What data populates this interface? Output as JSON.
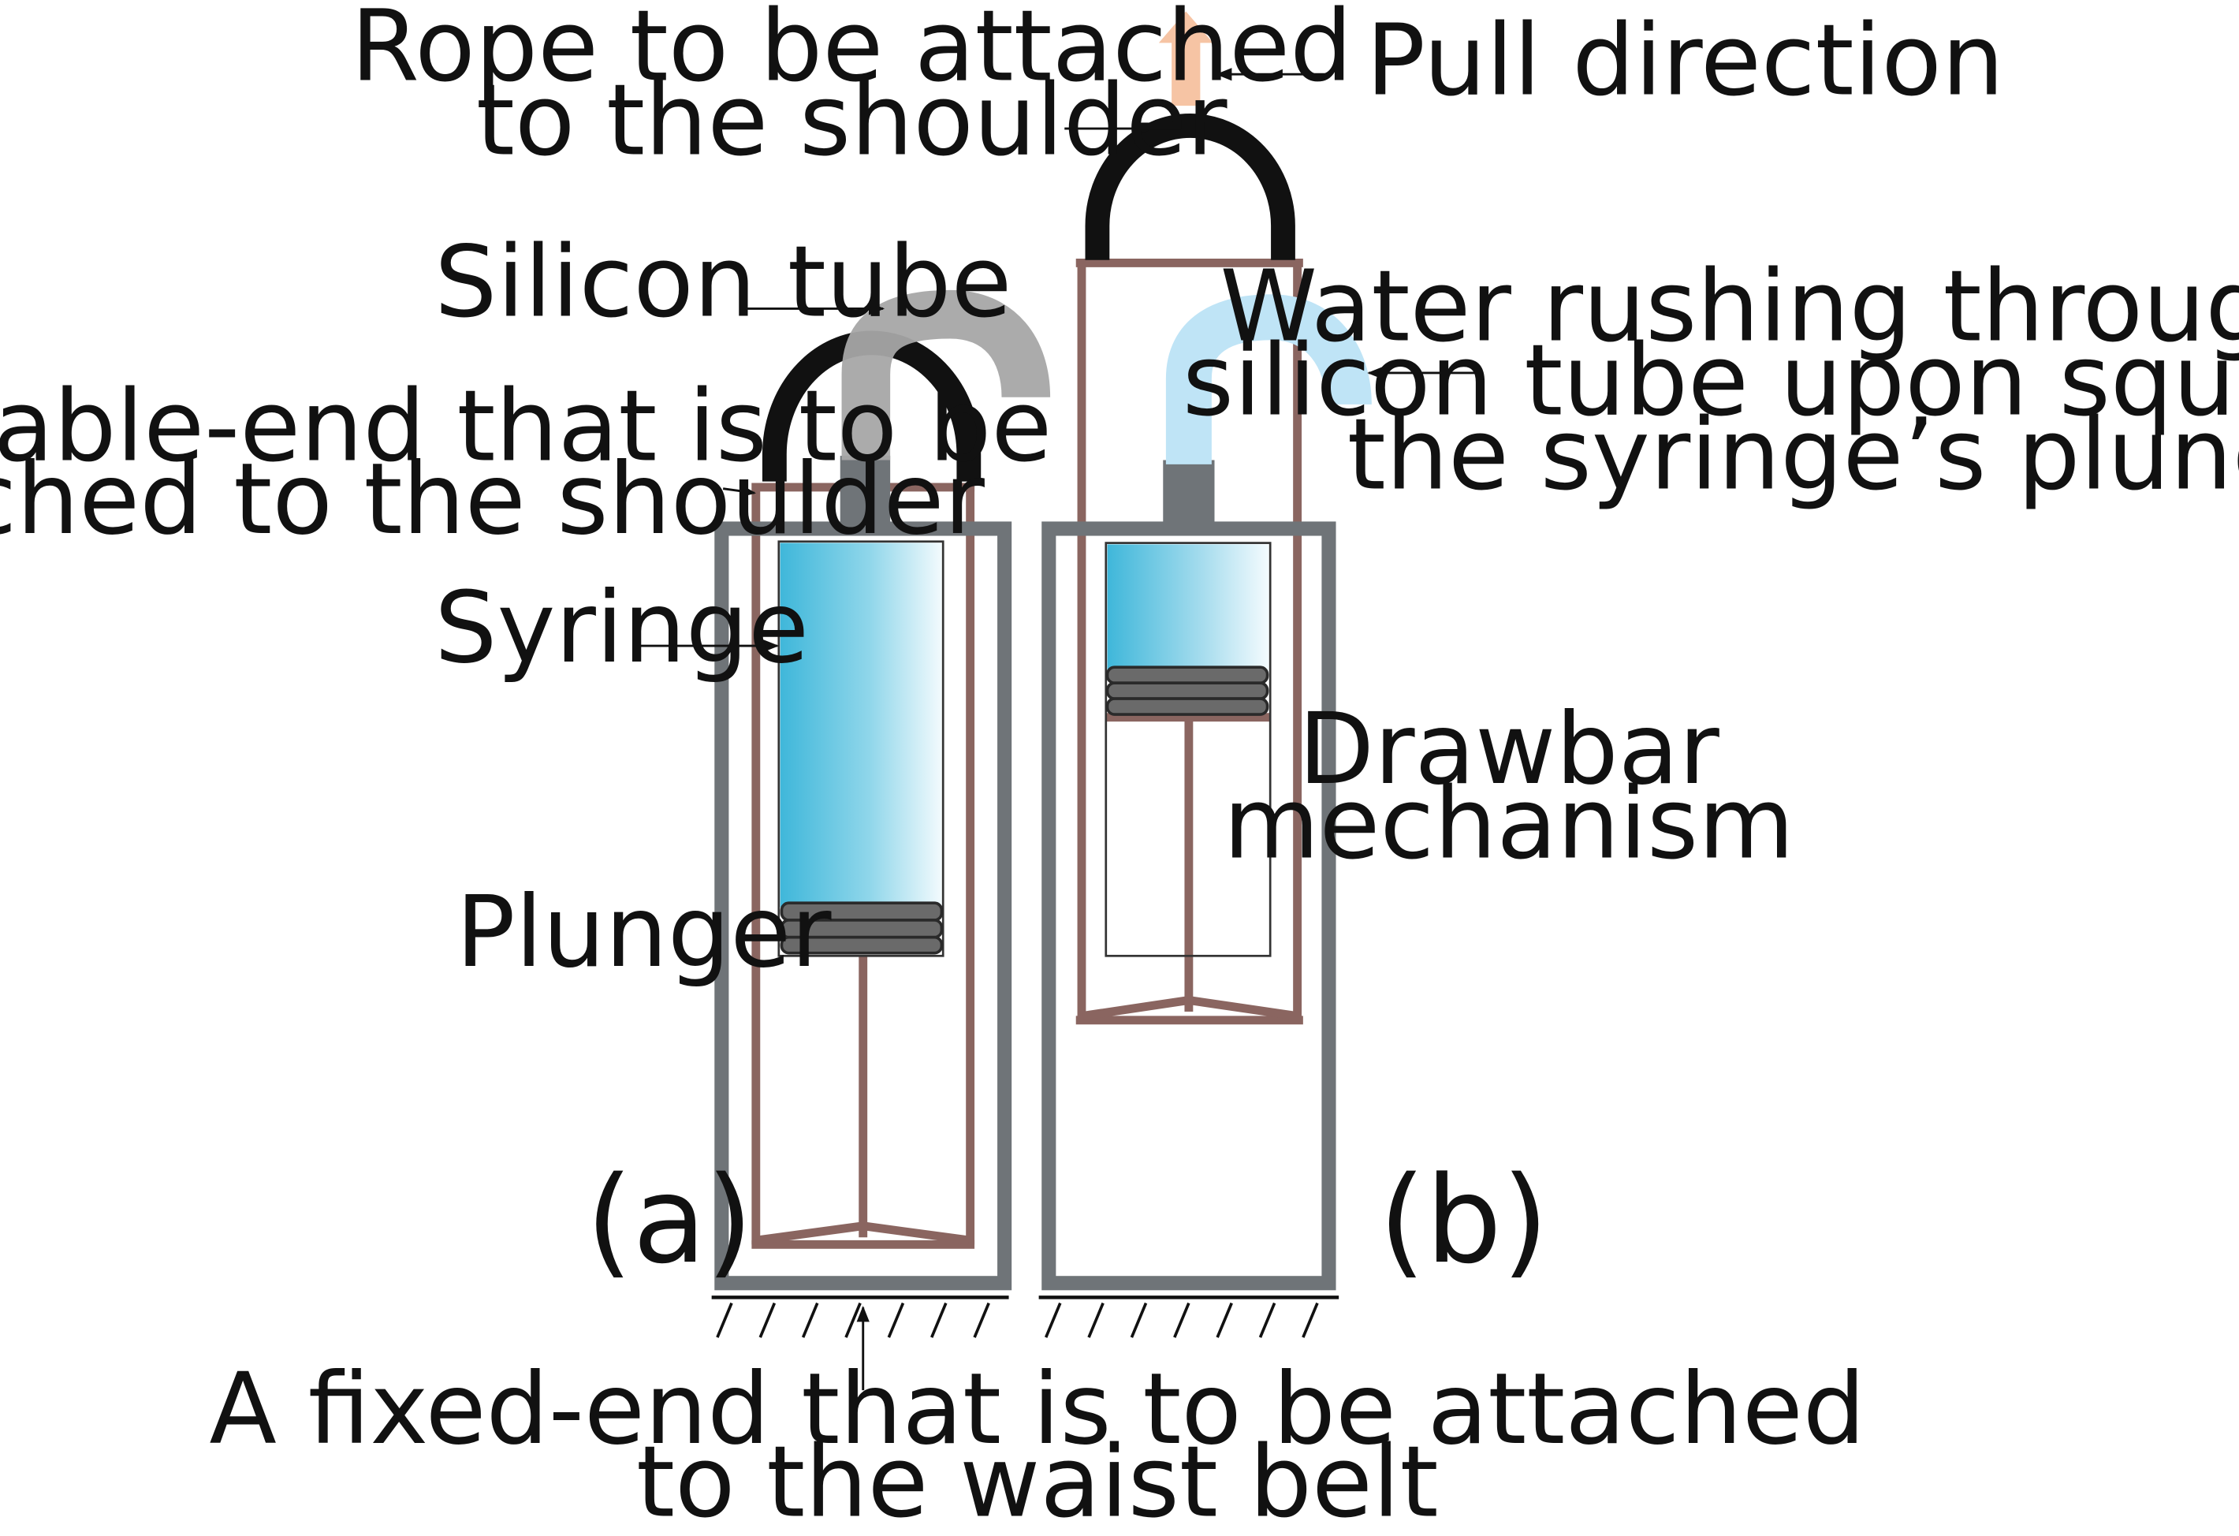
{
  "labels": {
    "rope_line1": "Rope to be attached",
    "rope_line2": "to the shoulder",
    "pull_direction": "Pull direction",
    "silicon_tube": "Silicon tube",
    "movable_line1": "A movable-end that is to be",
    "movable_line2": "attached to the shoulder",
    "syringe": "Syringe",
    "plunger": "Plunger",
    "water_line1": "Water rushing through the",
    "water_line2": "silicon tube upon squeezing",
    "water_line3": "the syringe’s plunger",
    "drawbar_line1": "Drawbar",
    "drawbar_line2": "mechanism",
    "fixed_line1": "A fixed-end that is to be attached",
    "fixed_line2": "to the waist belt",
    "panel_a": "(a)",
    "panel_b": "(b)"
  },
  "colors": {
    "frame_gray": "#6f7478",
    "drawbar_brown": "#8a6560",
    "rope_black": "#111111",
    "tube_gray": "#a7a7a7",
    "water_blue": "#bfe4f6",
    "syringe_fluid": "#55c3e0",
    "arrow_peach": "#f6c4a4"
  }
}
